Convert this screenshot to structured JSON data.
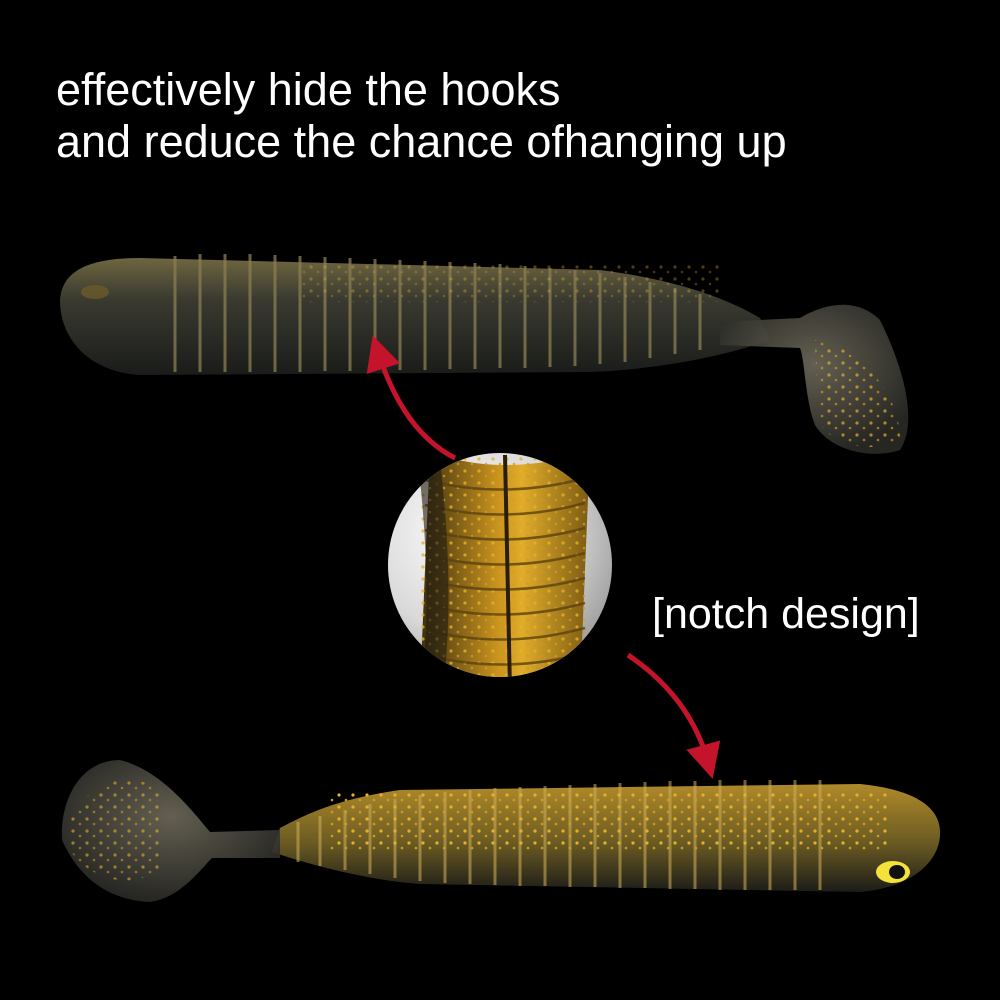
{
  "caption": {
    "line1": "effectively hide the hooks",
    "line2": "and reduce the chance ofhanging up"
  },
  "callout": {
    "label": "[notch design]"
  },
  "colors": {
    "background": "#000000",
    "arrow": "#c3142b",
    "lure_body_dark": "#2a2a22",
    "lure_glitter": "#d4a21e",
    "lure_eye": "#f2e23a"
  }
}
